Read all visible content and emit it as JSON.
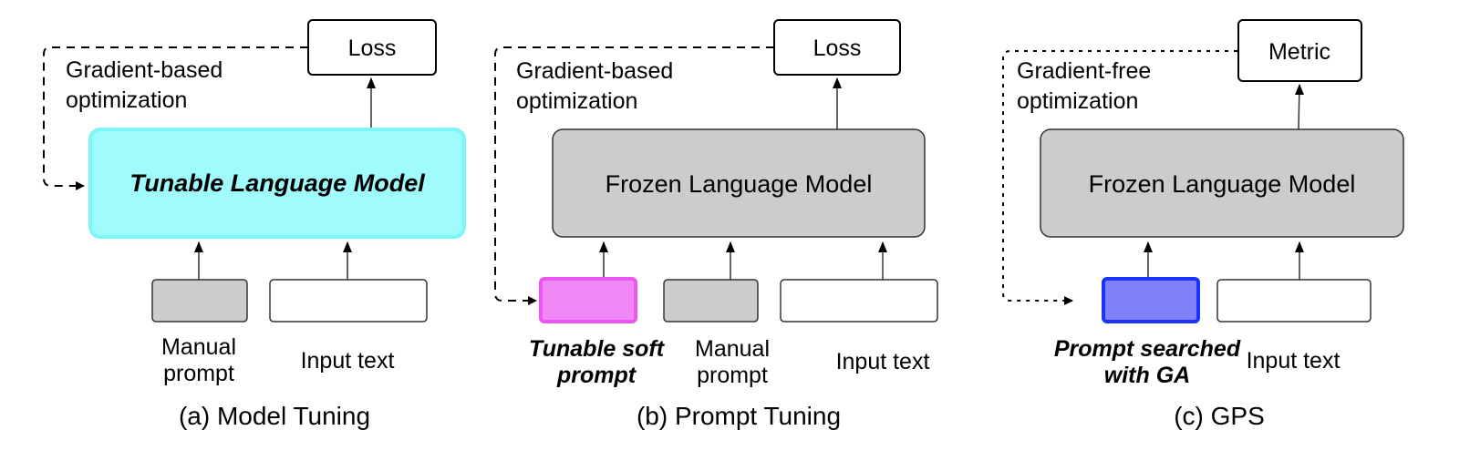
{
  "panels": [
    {
      "caption": "(a) Model Tuning",
      "top_box": "Loss",
      "optimization": [
        "Gradient-based",
        "optimization"
      ],
      "optimization_line": "dashed",
      "model": {
        "label": "Tunable Language Model",
        "style": "italic-bold",
        "fill": "#9ffbfc",
        "stroke": "#7ef5f8"
      },
      "inputs": [
        {
          "label": [
            "Manual",
            "prompt"
          ],
          "fill": "#cccccc",
          "stroke": "#333333",
          "emphasis": false
        },
        {
          "label": [
            "Input text"
          ],
          "fill": "#ffffff",
          "stroke": "#333333",
          "emphasis": false
        }
      ]
    },
    {
      "caption": "(b) Prompt Tuning",
      "top_box": "Loss",
      "optimization": [
        "Gradient-based",
        "optimization"
      ],
      "optimization_line": "dashed",
      "model": {
        "label": "Frozen Language Model",
        "style": "normal",
        "fill": "#cccccc",
        "stroke": "#333333"
      },
      "inputs": [
        {
          "label": [
            "Tunable soft",
            "prompt"
          ],
          "fill": "#f088f8",
          "stroke": "#ec55f3",
          "emphasis": true
        },
        {
          "label": [
            "Manual",
            "prompt"
          ],
          "fill": "#cccccc",
          "stroke": "#333333",
          "emphasis": false
        },
        {
          "label": [
            "Input text"
          ],
          "fill": "#ffffff",
          "stroke": "#333333",
          "emphasis": false
        }
      ]
    },
    {
      "caption": "(c) GPS",
      "top_box": "Metric",
      "optimization": [
        "Gradient-free",
        "optimization"
      ],
      "optimization_line": "dotted",
      "model": {
        "label": "Frozen Language Model",
        "style": "normal",
        "fill": "#cccccc",
        "stroke": "#333333"
      },
      "inputs": [
        {
          "label": [
            "Prompt searched",
            "with GA"
          ],
          "fill": "#8080f8",
          "stroke": "#1a33ff",
          "emphasis": true
        },
        {
          "label": [
            "Input text"
          ],
          "fill": "#ffffff",
          "stroke": "#333333",
          "emphasis": false
        }
      ]
    }
  ]
}
